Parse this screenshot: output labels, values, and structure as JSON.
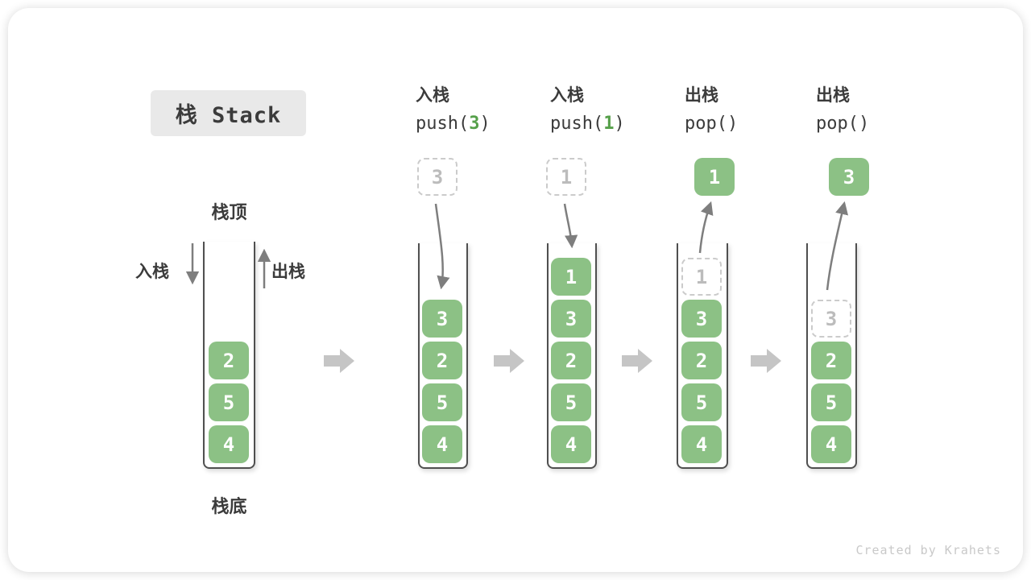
{
  "title": "栈 Stack",
  "watermark": "Created by Krahets",
  "labels": {
    "stack_top": "栈顶",
    "stack_bottom": "栈底",
    "push": "入栈",
    "pop": "出栈"
  },
  "initial_stack": {
    "slots": [
      {
        "value": "2",
        "kind": "solid",
        "row": 2
      },
      {
        "value": "5",
        "kind": "solid",
        "row": 3
      },
      {
        "value": "4",
        "kind": "solid",
        "row": 4
      }
    ]
  },
  "steps": [
    {
      "op": "入栈",
      "code_prefix": "push(",
      "code_arg": "3",
      "code_suffix": ")",
      "floating": {
        "value": "3",
        "kind": "ghost"
      },
      "slots": [
        {
          "value": "3",
          "kind": "solid",
          "row": 1
        },
        {
          "value": "2",
          "kind": "solid",
          "row": 2
        },
        {
          "value": "5",
          "kind": "solid",
          "row": 3
        },
        {
          "value": "4",
          "kind": "solid",
          "row": 4
        }
      ]
    },
    {
      "op": "入栈",
      "code_prefix": "push(",
      "code_arg": "1",
      "code_suffix": ")",
      "floating": {
        "value": "1",
        "kind": "ghost"
      },
      "slots": [
        {
          "value": "1",
          "kind": "solid",
          "row": 0
        },
        {
          "value": "3",
          "kind": "solid",
          "row": 1
        },
        {
          "value": "2",
          "kind": "solid",
          "row": 2
        },
        {
          "value": "5",
          "kind": "solid",
          "row": 3
        },
        {
          "value": "4",
          "kind": "solid",
          "row": 4
        }
      ]
    },
    {
      "op": "出栈",
      "code_prefix": "pop(",
      "code_arg": "",
      "code_suffix": ")",
      "floating": {
        "value": "1",
        "kind": "solid"
      },
      "slots": [
        {
          "value": "1",
          "kind": "ghost",
          "row": 0
        },
        {
          "value": "3",
          "kind": "solid",
          "row": 1
        },
        {
          "value": "2",
          "kind": "solid",
          "row": 2
        },
        {
          "value": "5",
          "kind": "solid",
          "row": 3
        },
        {
          "value": "4",
          "kind": "solid",
          "row": 4
        }
      ]
    },
    {
      "op": "出栈",
      "code_prefix": "pop(",
      "code_arg": "",
      "code_suffix": ")",
      "floating": {
        "value": "3",
        "kind": "solid"
      },
      "slots": [
        {
          "value": "3",
          "kind": "ghost",
          "row": 1
        },
        {
          "value": "2",
          "kind": "solid",
          "row": 2
        },
        {
          "value": "5",
          "kind": "solid",
          "row": 3
        },
        {
          "value": "4",
          "kind": "solid",
          "row": 4
        }
      ]
    }
  ],
  "colors": {
    "item_green": "#8CC185",
    "code_arg_green": "#56A04A",
    "line_gray": "#7E7E7E",
    "flow_arrow_gray": "#C5C5C5",
    "ghost_border": "#CBCBCB",
    "ghost_text": "#BCBCBC",
    "ink": "#3B3B3B"
  }
}
